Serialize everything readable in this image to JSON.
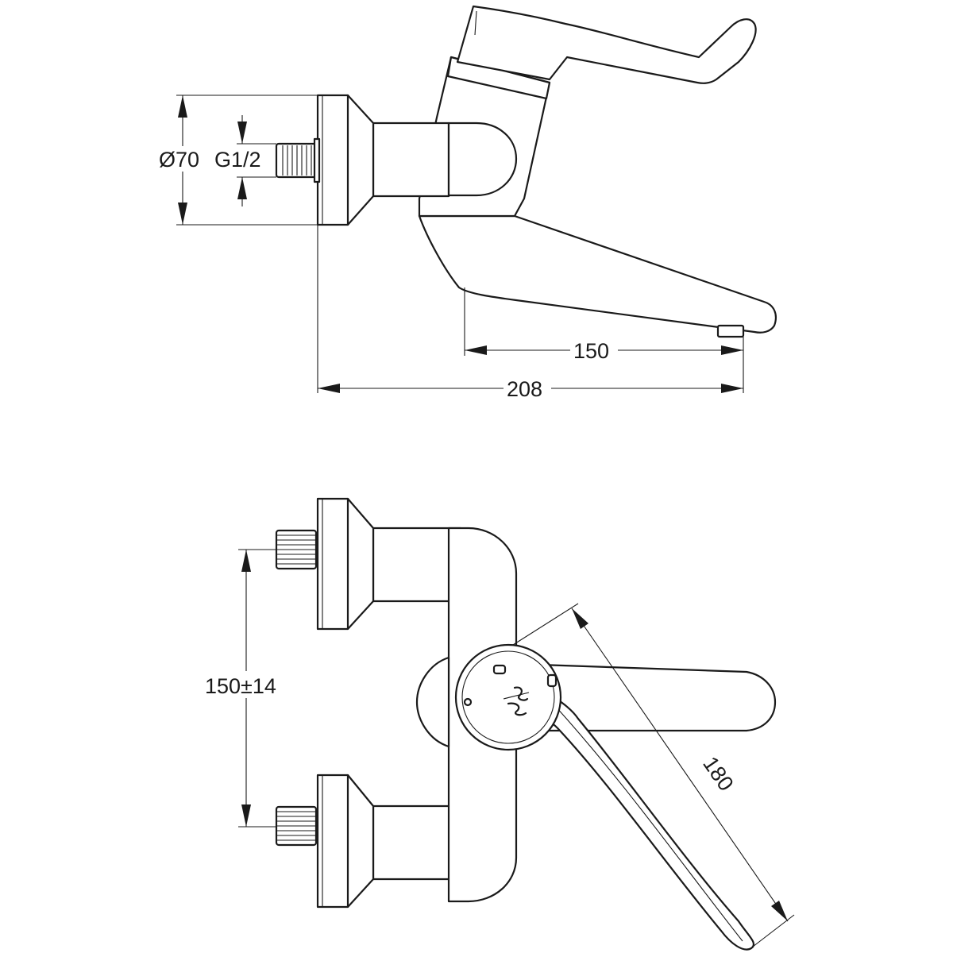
{
  "dimensions": {
    "flange_diameter": "Ø70",
    "thread": "G1/2",
    "spout_reach": "150",
    "overall_projection": "208",
    "centres": "150±14",
    "lever_length": "180"
  },
  "colors": {
    "line": "#1a1a1a",
    "background": "#ffffff"
  }
}
